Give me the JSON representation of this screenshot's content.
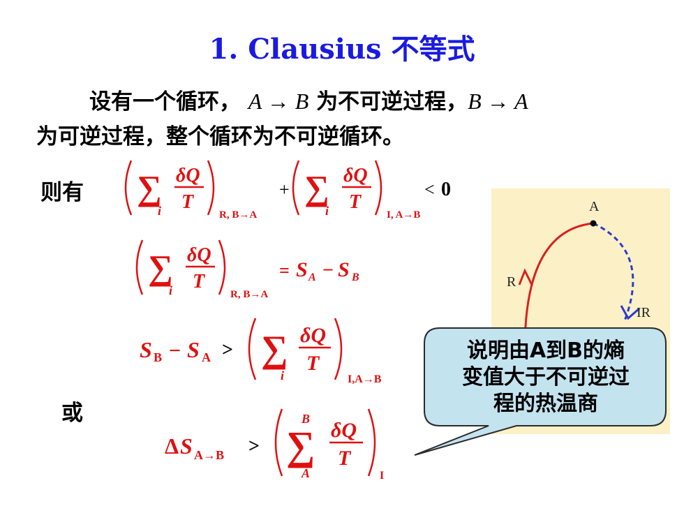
{
  "title": "1. Clausius 不等式",
  "intro": {
    "part1": "设有一个循环，",
    "math1": "A → B",
    "part2": "为不可逆过程，",
    "math2": "B → A",
    "line2": "为可逆过程，整个循环为不可逆循环。"
  },
  "then_label": "则有",
  "or_label": "或",
  "formula1": {
    "numerator": "δQ",
    "denominator": "T",
    "index": "i",
    "sub_reversible": "R, B→A",
    "sub_irreversible": "I, A→B",
    "plus": "+",
    "less_than": "<",
    "zero": "0"
  },
  "formula2": {
    "subscript": "R, B→A",
    "rhs": "= S_A − S_B",
    "rhs_S1": "S",
    "rhs_A": "A",
    "rhs_minus": "−",
    "rhs_S2": "S",
    "rhs_B": "B"
  },
  "formula3": {
    "S1": "S",
    "B": "B",
    "minus": "−",
    "S2": "S",
    "A": "A",
    "gt": ">",
    "subscript": "I,A→B"
  },
  "formula4": {
    "delta": "Δ",
    "S": "S",
    "sub": "A→B",
    "gt": ">",
    "upper": "B",
    "lower": "A",
    "subscript": "I"
  },
  "diagram": {
    "point_label": "A",
    "left_label": "R",
    "right_label": "IR"
  },
  "callout": {
    "line1": "说明由A到B的熵",
    "line2": "变值大于不可逆过",
    "line3": "程的热温商"
  }
}
